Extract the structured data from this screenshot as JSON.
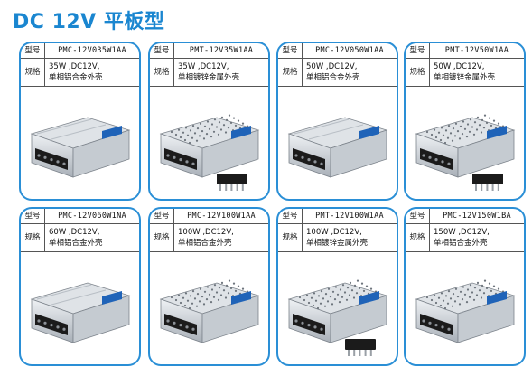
{
  "page": {
    "title": "DC 12V 平板型"
  },
  "labels": {
    "model": "型号",
    "spec": "规格"
  },
  "products": [
    {
      "model": "PMC-12V035W1AA",
      "spec_line1": "35W ,DC12V,",
      "spec_line2": "单相铝合金外壳",
      "material": "aluminum",
      "has_terminal": false
    },
    {
      "model": "PMT-12V35W1AA",
      "spec_line1": "35W ,DC12V,",
      "spec_line2": "单相镀锌金属外壳",
      "material": "mesh",
      "has_terminal": true
    },
    {
      "model": "PMC-12V050W1AA",
      "spec_line1": "50W ,DC12V,",
      "spec_line2": "单相铝合金外壳",
      "material": "aluminum",
      "has_terminal": false
    },
    {
      "model": "PMT-12V50W1AA",
      "spec_line1": "50W ,DC12V,",
      "spec_line2": "单相镀锌金属外壳",
      "material": "mesh",
      "has_terminal": true
    },
    {
      "model": "PMC-12V060W1NA",
      "spec_line1": "60W ,DC12V,",
      "spec_line2": "单相铝合金外壳",
      "material": "aluminum",
      "has_terminal": false
    },
    {
      "model": "PMC-12V100W1AA",
      "spec_line1": "100W ,DC12V,",
      "spec_line2": "单相铝合金外壳",
      "material": "mesh",
      "has_terminal": false
    },
    {
      "model": "PMT-12V100W1AA",
      "spec_line1": "100W ,DC12V,",
      "spec_line2": "单相镀锌金属外壳",
      "material": "mesh",
      "has_terminal": true
    },
    {
      "model": "PMC-12V150W1BA",
      "spec_line1": "150W ,DC12V,",
      "spec_line2": "单相铝合金外壳",
      "material": "mesh",
      "has_terminal": false
    }
  ],
  "colors": {
    "title": "#1a86d0",
    "border": "#2a8fd6",
    "accent_blue": "#1f63b8"
  }
}
